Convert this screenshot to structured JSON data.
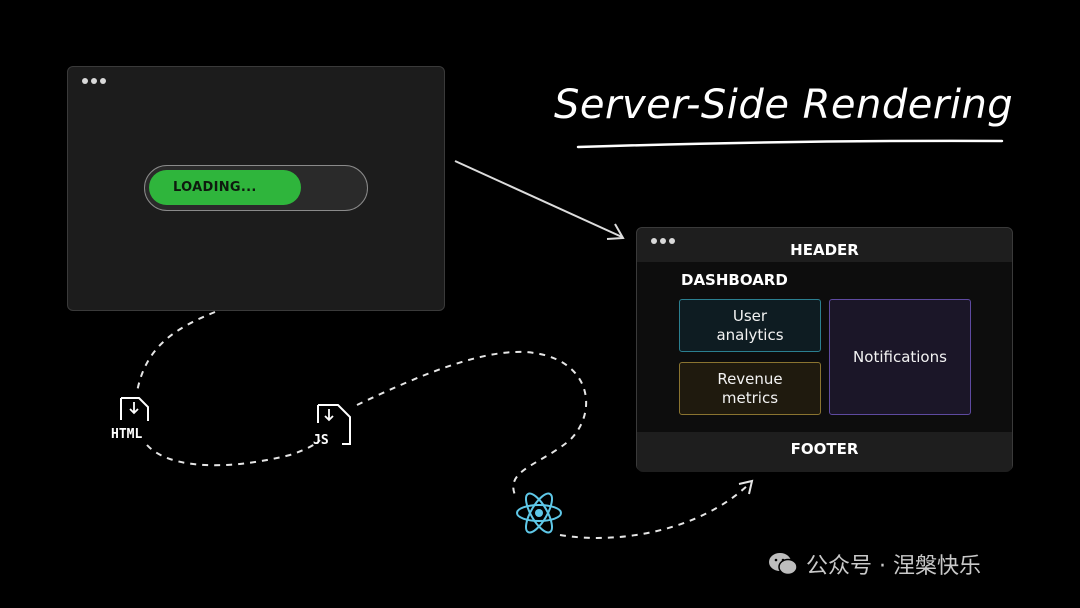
{
  "title": "Server-Side Rendering",
  "loading_window": {
    "progress_label": "LOADING...",
    "progress_fraction": 0.71
  },
  "flow": {
    "html_label": "HTML",
    "js_label": "JS"
  },
  "dashboard_window": {
    "header": "HEADER",
    "dashboard_label": "DASHBOARD",
    "cards": {
      "analytics": "User\nanalytics",
      "revenue": "Revenue\nmetrics",
      "notifications": "Notifications"
    },
    "footer": "FOOTER"
  },
  "watermark": "公众号 · 涅槃快乐",
  "colors": {
    "background": "#000000",
    "progress_green": "#2fb53c",
    "analytics_border": "#2b7f90",
    "revenue_border": "#8a7430",
    "notifications_border": "#5e4aa0",
    "react_icon": "#5fc8e8"
  }
}
